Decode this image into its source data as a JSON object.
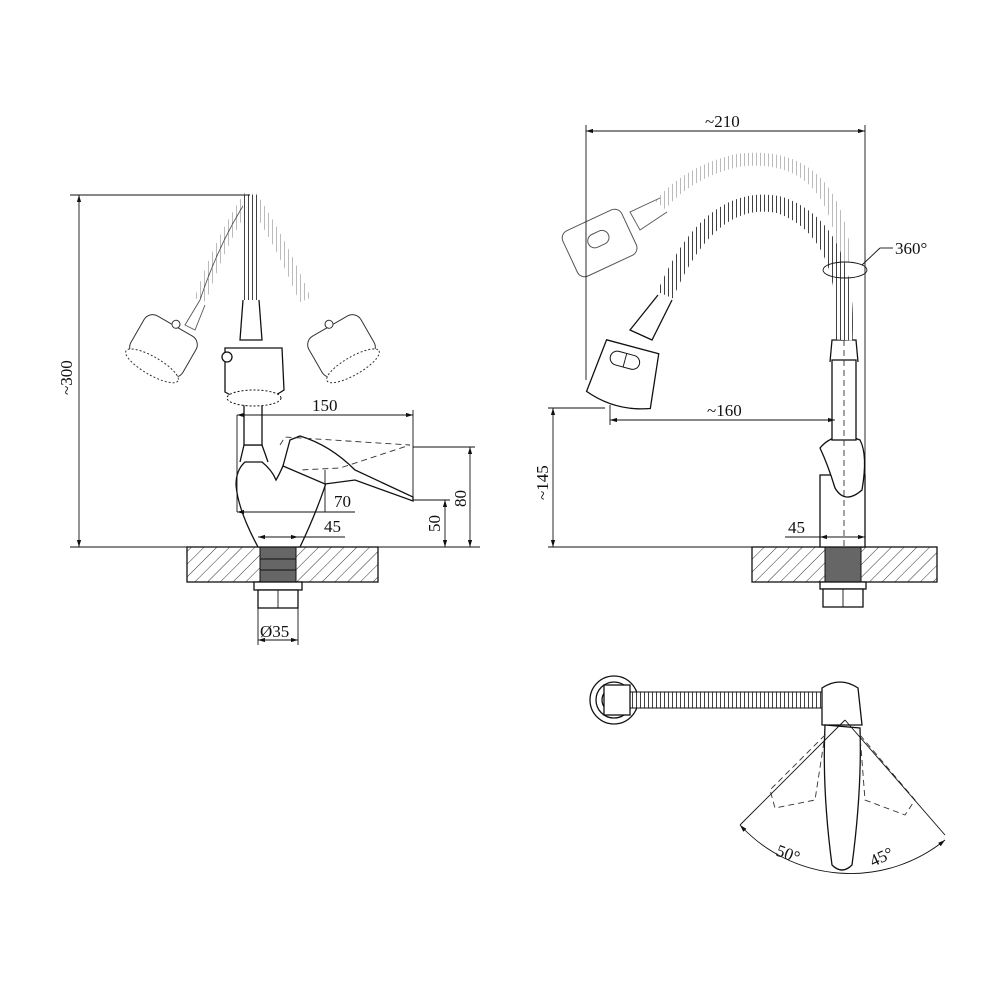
{
  "side_view": {
    "height_total": "~300",
    "spout_reach": "150",
    "handle_reach": "70",
    "base_width": "45",
    "handle_low": "50",
    "handle_high": "80",
    "shank_diameter": "Ø35"
  },
  "front_view": {
    "width_total": "~210",
    "swivel": "360°",
    "spout_reach": "~160",
    "spout_height": "~145",
    "base_width": "45"
  },
  "top_view": {
    "angle_left": "50°",
    "angle_right": "45°"
  }
}
